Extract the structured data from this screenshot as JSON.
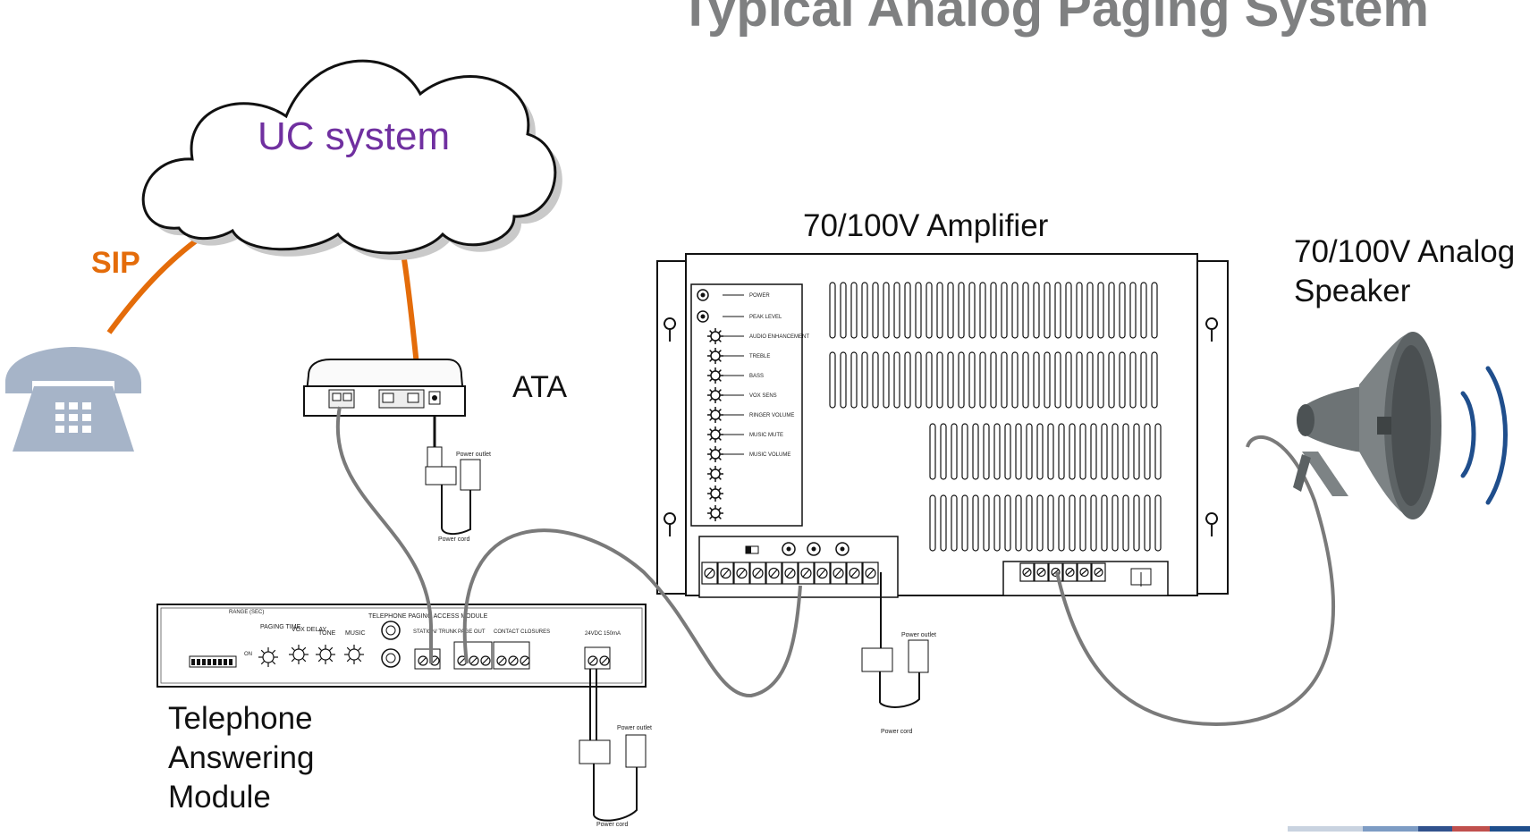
{
  "title": "Typical Analog Paging System",
  "cloud": {
    "label": "UC system"
  },
  "sip_label": "SIP",
  "ata": {
    "label": "ATA",
    "power_outlet": "Power outlet",
    "power_cord": "Power cord"
  },
  "amplifier": {
    "label": "70/100V Amplifier",
    "controls": [
      "POWER",
      "PEAK LEVEL",
      "AUDIO ENHANCEMENT",
      "TREBLE",
      "BASS",
      "VOX SENS",
      "RINGER VOLUME",
      "MUSIC MUTE",
      "MUSIC VOLUME"
    ],
    "power_outlet": "Power outlet",
    "power_cord": "Power cord"
  },
  "speaker": {
    "label_line1": "70/100V Analog",
    "label_line2": "Speaker"
  },
  "tam": {
    "label_line1": "Telephone",
    "label_line2": "Answering",
    "label_line3": "Module",
    "panel_title": "TELEPHONE PAGING ACCESS MODULE",
    "paging_time": "PAGING TIME",
    "vox_delay": "VOX DELAY",
    "tone": "TONE",
    "music": "MUSIC",
    "station_trunk": "STATION/ TRUNK",
    "page_out": "PAGE OUT",
    "contact_closures": "CONTACT CLOSURES",
    "power_spec": "24VDC 150mA",
    "range": "RANGE (SEC)",
    "on": "ON",
    "power_outlet": "Power outlet",
    "power_cord": "Power cord"
  },
  "colors": {
    "sip_line": "#e46c0a",
    "cloud_text": "#7030a0",
    "title": "#7f8081",
    "phone": "#a6b4c8",
    "sound_waves": "#1f4e8c",
    "cables": "#7a7a7a"
  }
}
